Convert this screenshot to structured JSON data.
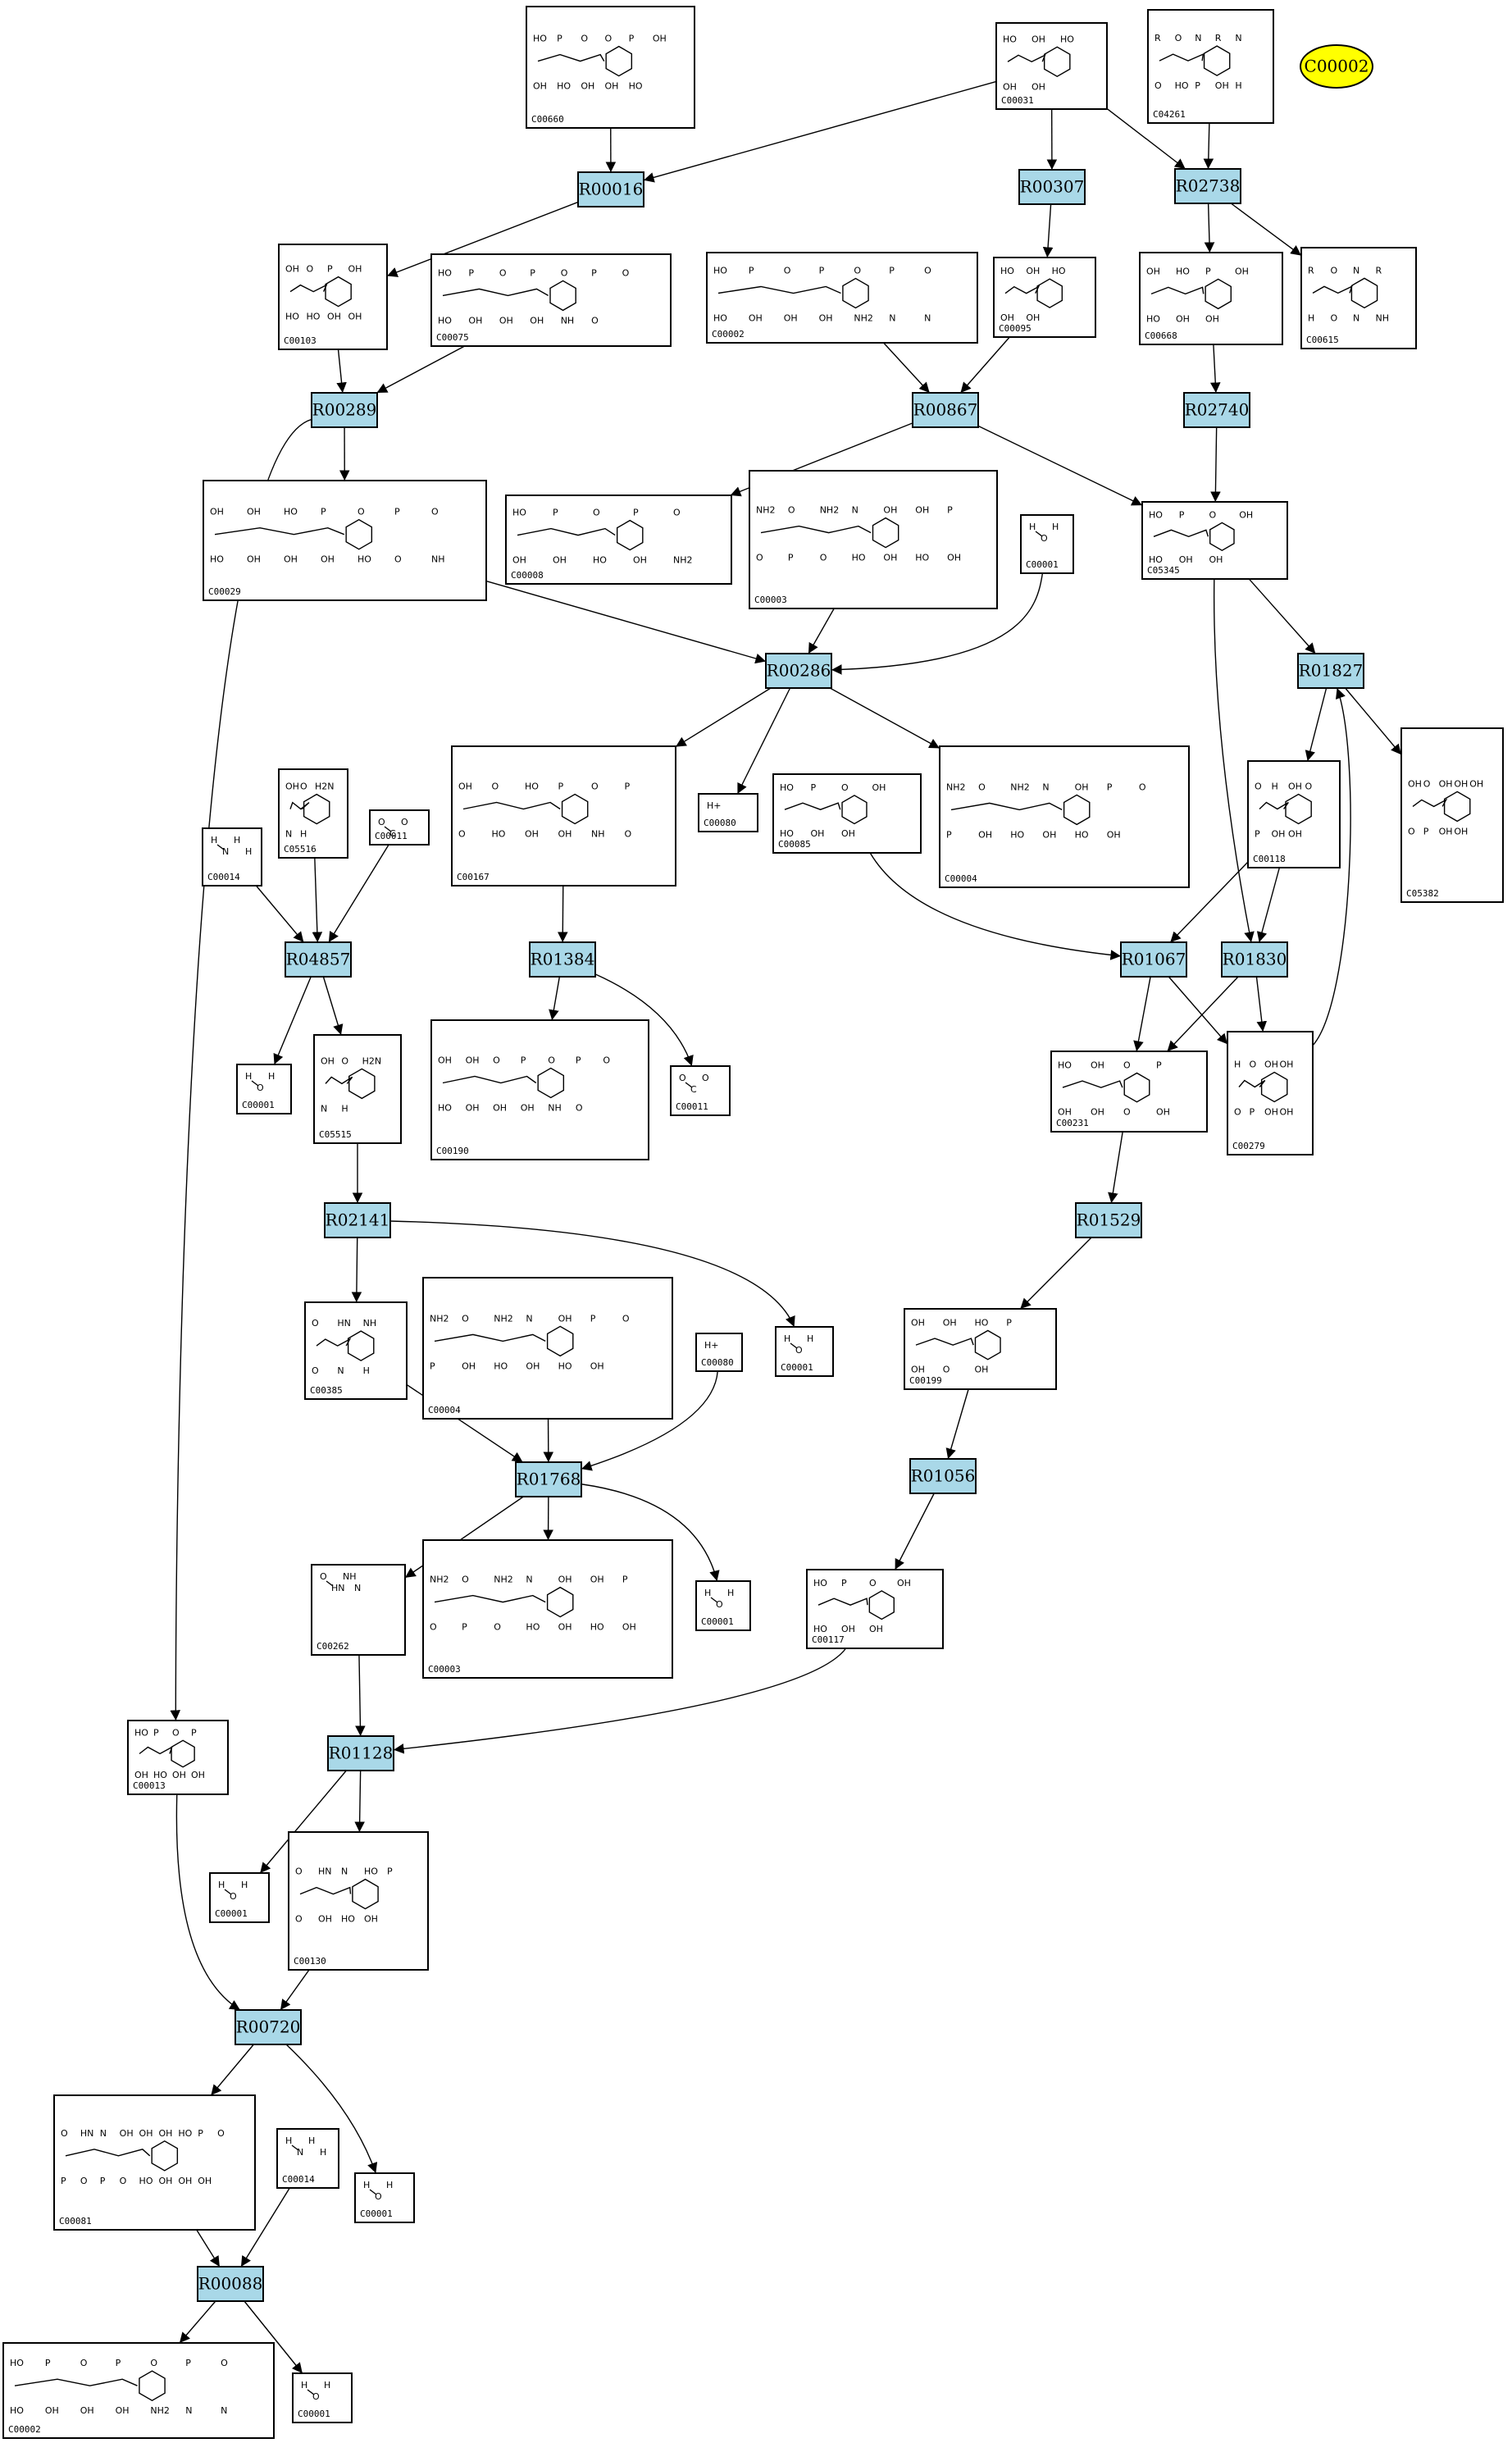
{
  "reactions": [
    "R00016",
    "R00307",
    "R02738",
    "R00289",
    "R00867",
    "R02740",
    "R00286",
    "R01827",
    "R04857",
    "R01384",
    "R01067",
    "R01830",
    "R02141",
    "R01529",
    "R01768",
    "R01056",
    "R01128",
    "R00720",
    "R00088"
  ],
  "legend_node": "C00002",
  "compounds": [
    {
      "id": "C00660",
      "atoms": [
        "HO",
        "P",
        "O",
        "O",
        "P",
        "OH",
        "OH",
        "HO",
        "OH",
        "OH",
        "HO"
      ]
    },
    {
      "id": "C00031",
      "atoms": [
        "HO",
        "OH",
        "HO",
        "OH",
        "OH"
      ]
    },
    {
      "id": "C04261",
      "atoms": [
        "R",
        "O",
        "N",
        "R",
        "N",
        "O",
        "HO",
        "P",
        "OH",
        "H"
      ]
    },
    {
      "id": "C00103",
      "atoms": [
        "OH",
        "O",
        "P",
        "OH",
        "HO",
        "HO",
        "OH",
        "OH"
      ]
    },
    {
      "id": "C00075",
      "atoms": [
        "HO",
        "P",
        "O",
        "P",
        "O",
        "P",
        "O",
        "HO",
        "OH",
        "OH",
        "OH",
        "NH",
        "O"
      ]
    },
    {
      "id": "C00002",
      "atoms": [
        "HO",
        "P",
        "O",
        "P",
        "O",
        "P",
        "O",
        "HO",
        "OH",
        "OH",
        "OH",
        "NH2",
        "N",
        "N"
      ]
    },
    {
      "id": "C00095",
      "atoms": [
        "HO",
        "OH",
        "HO",
        "OH",
        "OH"
      ]
    },
    {
      "id": "C00668",
      "atoms": [
        "OH",
        "HO",
        "P",
        "OH",
        "HO",
        "OH",
        "OH"
      ]
    },
    {
      "id": "C00615",
      "atoms": [
        "R",
        "O",
        "N",
        "R",
        "H",
        "O",
        "N",
        "NH"
      ]
    },
    {
      "id": "C00029",
      "atoms": [
        "OH",
        "OH",
        "HO",
        "P",
        "O",
        "P",
        "O",
        "HO",
        "OH",
        "OH",
        "OH",
        "HO",
        "O",
        "NH"
      ]
    },
    {
      "id": "C00008",
      "atoms": [
        "HO",
        "P",
        "O",
        "P",
        "O",
        "OH",
        "OH",
        "HO",
        "OH",
        "NH2"
      ]
    },
    {
      "id": "C00003",
      "atoms": [
        "NH2",
        "O",
        "NH2",
        "N",
        "OH",
        "OH",
        "P",
        "O",
        "P",
        "O",
        "HO",
        "OH",
        "HO",
        "OH"
      ]
    },
    {
      "id": "C00001",
      "atoms": [
        "H",
        "O",
        "H"
      ]
    },
    {
      "id": "C05345",
      "atoms": [
        "HO",
        "P",
        "O",
        "OH",
        "HO",
        "OH",
        "OH"
      ]
    },
    {
      "id": "C00167",
      "atoms": [
        "OH",
        "O",
        "HO",
        "P",
        "O",
        "P",
        "O",
        "HO",
        "OH",
        "OH",
        "NH",
        "O"
      ]
    },
    {
      "id": "C00080",
      "atoms": [
        "H+"
      ]
    },
    {
      "id": "C00085",
      "atoms": [
        "HO",
        "P",
        "O",
        "OH",
        "HO",
        "OH",
        "OH"
      ]
    },
    {
      "id": "C00004",
      "atoms": [
        "NH2",
        "O",
        "NH2",
        "N",
        "OH",
        "P",
        "O",
        "P",
        "OH",
        "HO",
        "OH",
        "HO",
        "OH"
      ]
    },
    {
      "id": "C00014",
      "atoms": [
        "H",
        "N",
        "H",
        "H"
      ]
    },
    {
      "id": "C05516",
      "atoms": [
        "OH",
        "O",
        "H2N",
        "N",
        "H"
      ]
    },
    {
      "id": "C00011",
      "atoms": [
        "O",
        "C",
        "O"
      ]
    },
    {
      "id": "C00118",
      "atoms": [
        "O",
        "H",
        "OH",
        "O",
        "P",
        "OH",
        "OH"
      ]
    },
    {
      "id": "C05382",
      "atoms": [
        "OH",
        "O",
        "OH",
        "OH",
        "OH",
        "O",
        "P",
        "OH",
        "OH"
      ]
    },
    {
      "id": "C00190",
      "atoms": [
        "OH",
        "OH",
        "O",
        "P",
        "O",
        "P",
        "O",
        "HO",
        "OH",
        "OH",
        "OH",
        "NH",
        "O"
      ]
    },
    {
      "id": "C00231",
      "atoms": [
        "HO",
        "OH",
        "O",
        "P",
        "OH",
        "OH",
        "O",
        "OH"
      ]
    },
    {
      "id": "C00279",
      "atoms": [
        "H",
        "O",
        "OH",
        "OH",
        "O",
        "P",
        "OH",
        "OH"
      ]
    },
    {
      "id": "C05515",
      "atoms": [
        "OH",
        "O",
        "H2N",
        "N",
        "H"
      ]
    },
    {
      "id": "C00385",
      "atoms": [
        "O",
        "HN",
        "NH",
        "O",
        "N",
        "H"
      ]
    },
    {
      "id": "C00199",
      "atoms": [
        "OH",
        "OH",
        "HO",
        "P",
        "OH",
        "O",
        "OH"
      ]
    },
    {
      "id": "C00262",
      "atoms": [
        "O",
        "HN",
        "NH",
        "N"
      ]
    },
    {
      "id": "C00117",
      "atoms": [
        "HO",
        "P",
        "O",
        "OH",
        "HO",
        "OH",
        "OH"
      ]
    },
    {
      "id": "C00013",
      "atoms": [
        "HO",
        "P",
        "O",
        "P",
        "OH",
        "HO",
        "OH",
        "OH"
      ]
    },
    {
      "id": "C00130",
      "atoms": [
        "O",
        "HN",
        "N",
        "HO",
        "P",
        "O",
        "OH",
        "HO",
        "OH"
      ]
    },
    {
      "id": "C00081",
      "atoms": [
        "O",
        "HN",
        "N",
        "OH",
        "OH",
        "OH",
        "HO",
        "P",
        "O",
        "P",
        "O",
        "P",
        "O",
        "HO",
        "OH",
        "OH",
        "OH"
      ]
    }
  ]
}
